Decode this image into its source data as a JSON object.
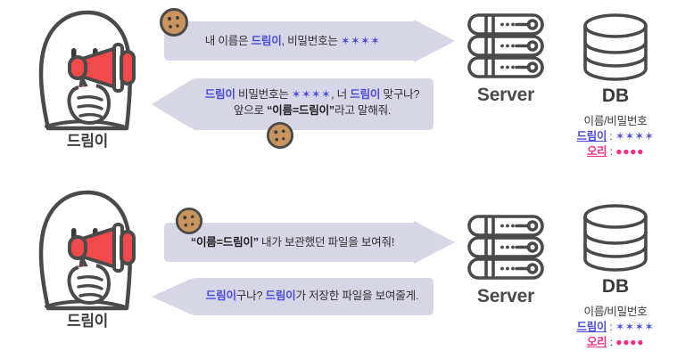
{
  "colors": {
    "bubble_fill": "#d7d6e6",
    "blue_text": "#4a4ae0",
    "pink_text": "#ff2e88",
    "megaphone_red": "#f04a4a",
    "outline": "#4a4a4a",
    "cookie_fill": "#c9955f",
    "cookie_edge": "#4a4a4a",
    "background": "#ffffff"
  },
  "rows": [
    {
      "id": "auth-row",
      "character": {
        "name": "드림이",
        "icon": "ghost-character-with-megaphone-icon"
      },
      "request": {
        "cookie_icon": "cookie-icon",
        "lines": [
          [
            {
              "text": "내 이름은 ",
              "style": "plain"
            },
            {
              "text": "드림이",
              "style": "blue"
            },
            {
              "text": ", 비밀번호는 ",
              "style": "plain"
            },
            {
              "text": "✶✶✶✶",
              "style": "stars"
            }
          ]
        ]
      },
      "reply": {
        "cookie_icon": "cookie-icon",
        "lines": [
          [
            {
              "text": "드림이",
              "style": "blue"
            },
            {
              "text": " 비밀번호는 ",
              "style": "plain"
            },
            {
              "text": "✶✶✶✶",
              "style": "stars"
            },
            {
              "text": ", 너 ",
              "style": "plain"
            },
            {
              "text": "드림이",
              "style": "blue"
            },
            {
              "text": " 맞구나?",
              "style": "plain"
            }
          ],
          [
            {
              "text": "앞으로 ",
              "style": "plain"
            },
            {
              "text": "“이름=드림이”",
              "style": "bold"
            },
            {
              "text": "라고 말해줘.",
              "style": "plain"
            }
          ]
        ]
      },
      "server": {
        "label": "Server",
        "icon": "server-rack-icon"
      },
      "db": {
        "label": "DB",
        "icon": "database-cylinder-icon",
        "table_header": "이름/비밀번호",
        "records": [
          {
            "name": "드림이",
            "separator": " : ",
            "password": "✶✶✶✶",
            "color": "blue"
          },
          {
            "name": "오리",
            "separator": " : ",
            "password": "●●●●",
            "color": "pink"
          }
        ]
      }
    },
    {
      "id": "cookie-reuse-row",
      "character": {
        "name": "드림이",
        "icon": "ghost-character-with-megaphone-icon"
      },
      "request": {
        "cookie_icon": "cookie-icon",
        "lines": [
          [
            {
              "text": "“이름=드림이”",
              "style": "bold"
            },
            {
              "text": " 내가 보관했던 파일을 보여줘!",
              "style": "plain"
            }
          ]
        ]
      },
      "reply": {
        "cookie_icon": null,
        "lines": [
          [
            {
              "text": "드림이",
              "style": "blue"
            },
            {
              "text": "구나? ",
              "style": "plain"
            },
            {
              "text": "드림이",
              "style": "blue"
            },
            {
              "text": "가 저장한 파일을 보여줄게.",
              "style": "plain"
            }
          ]
        ]
      },
      "server": {
        "label": "Server",
        "icon": "server-rack-icon"
      },
      "db": {
        "label": "DB",
        "icon": "database-cylinder-icon",
        "table_header": "이름/비밀번호",
        "records": [
          {
            "name": "드림이",
            "separator": " : ",
            "password": "✶✶✶✶",
            "color": "blue"
          },
          {
            "name": "오리",
            "separator": " : ",
            "password": "●●●●",
            "color": "pink"
          }
        ]
      }
    }
  ]
}
